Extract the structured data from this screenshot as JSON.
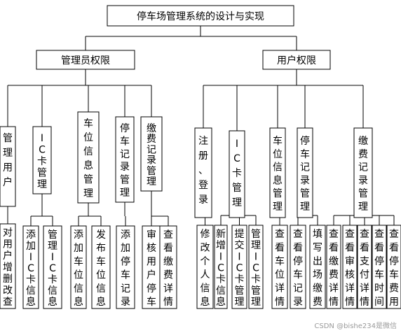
{
  "title": "停车场管理系统的设计与实现",
  "admin": {
    "label": "管理员权限",
    "modules": [
      {
        "label": "管理用户",
        "children": [
          "对用户增删改查"
        ]
      },
      {
        "label": "IC卡管理",
        "children": [
          "添加IC卡信息",
          "管理IC卡信息"
        ]
      },
      {
        "label": "车位信息管理",
        "children": [
          "添加车位信息",
          "发布车位信息"
        ]
      },
      {
        "label": "停车记录管理",
        "children": [
          "添加停车记录"
        ]
      },
      {
        "label": "缴费记录管理",
        "children": [
          "审核用户停车",
          "查看缴费详情"
        ]
      }
    ]
  },
  "user": {
    "label": "用户权限",
    "modules": [
      {
        "label": "注册、登录",
        "children": [
          "修改个人信息"
        ]
      },
      {
        "label": "IC卡管理",
        "children": [
          "新增IC卡信息",
          "提交IC卡管理",
          "管理IC卡管理"
        ]
      },
      {
        "label": "车位信息管理",
        "children": [
          "查看车位详情"
        ]
      },
      {
        "label": "停车记录管理",
        "children": [
          "查看停车记录",
          "填写出场缴费"
        ]
      },
      {
        "label": "缴费记录管理",
        "children": [
          "查看缴费详情",
          "查看审核详情",
          "查看支付详情",
          "查看停车时间",
          "查看停车费用"
        ]
      }
    ]
  },
  "watermark": "CSDN @bishe234是微信"
}
